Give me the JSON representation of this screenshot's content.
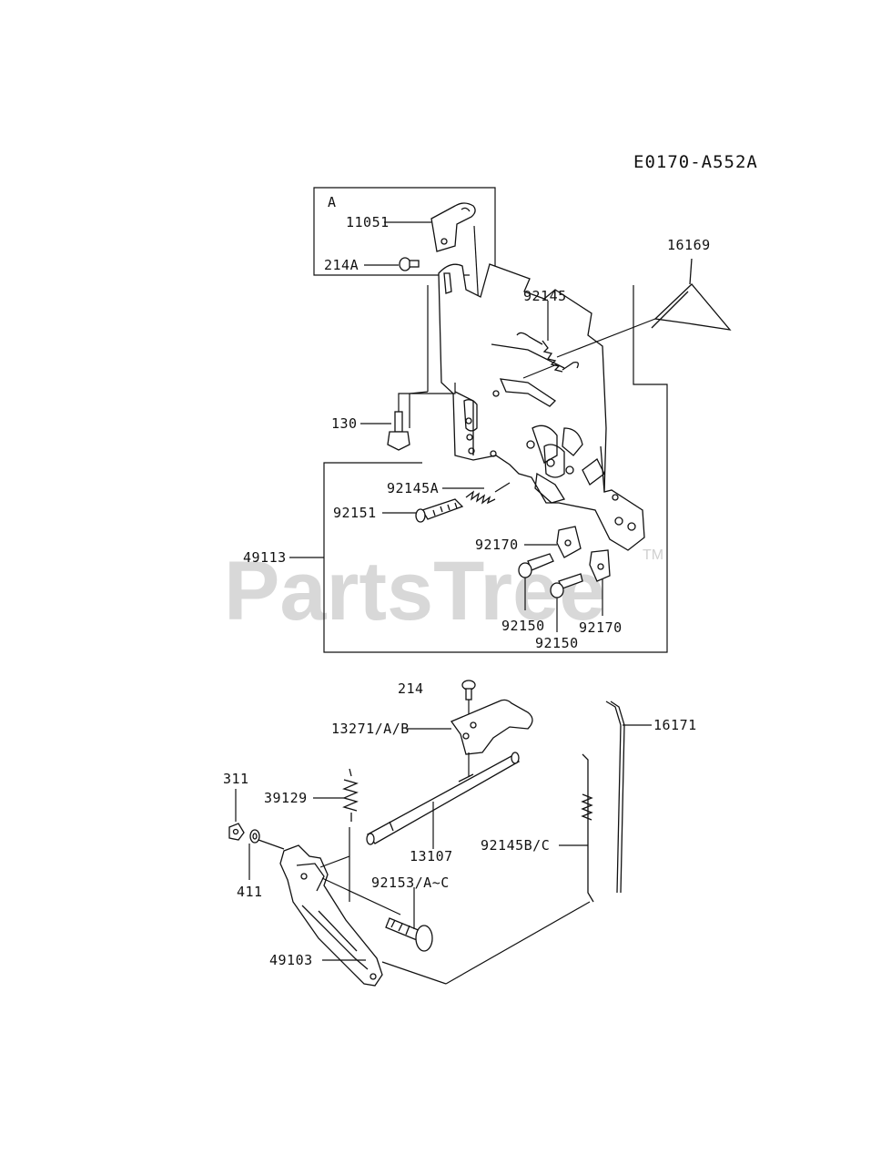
{
  "diagram_code": "E0170-A552A",
  "watermark": {
    "text": "PartsTree",
    "trademark": "TM"
  },
  "detail_box": {
    "label": "A"
  },
  "callouts": {
    "p11051": "11051",
    "p214A": "214A",
    "p16169": "16169",
    "p92145": "92145",
    "p130": "130",
    "p92145A": "92145A",
    "p92151": "92151",
    "p49113": "49113",
    "p92170a": "92170",
    "p92150a": "92150",
    "p92170b": "92170",
    "p92150b": "92150",
    "p214": "214",
    "p16171": "16171",
    "p13271": "13271/A/B",
    "p311": "311",
    "p39129": "39129",
    "p13107": "13107",
    "p92145BC": "92145B/C",
    "p411": "411",
    "p92153": "92153/A~C",
    "p49103": "49103"
  }
}
